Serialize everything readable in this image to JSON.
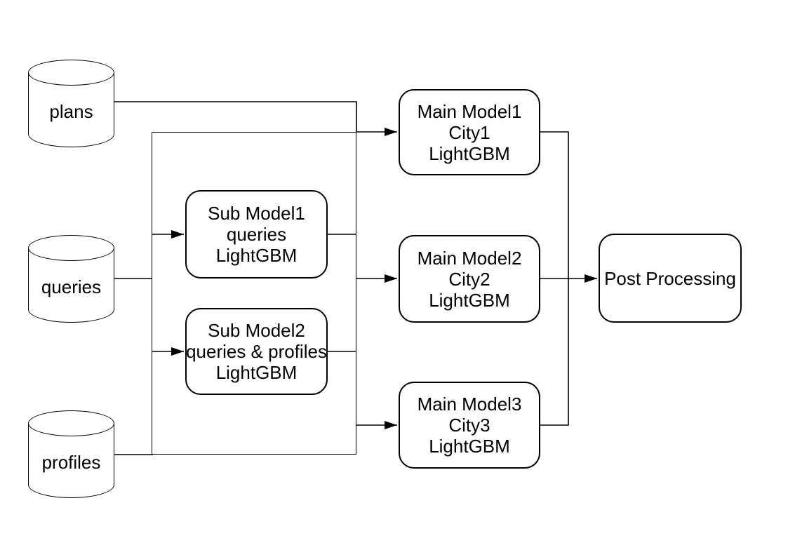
{
  "diagram": {
    "background": "#ffffff",
    "line_color": "#000000",
    "text_color": "#000000",
    "datastores": [
      {
        "label": "plans"
      },
      {
        "label": "queries"
      },
      {
        "label": "profiles"
      }
    ],
    "sub_models": [
      {
        "lines": [
          "Sub Model1",
          "queries",
          "LightGBM"
        ]
      },
      {
        "lines": [
          "Sub Model2",
          "queries & profiles",
          "LightGBM"
        ]
      }
    ],
    "main_models": [
      {
        "lines": [
          "Main Model1",
          "City1",
          "LightGBM"
        ]
      },
      {
        "lines": [
          "Main Model2",
          "City2",
          "LightGBM"
        ]
      },
      {
        "lines": [
          "Main Model3",
          "City3",
          "LightGBM"
        ]
      }
    ],
    "post_processing": {
      "label": "Post Processing"
    },
    "connections": [
      {
        "from": "plans",
        "to": "main-models-bus",
        "arrow": false
      },
      {
        "from": "queries",
        "to": "sub-models-junction",
        "arrow": false
      },
      {
        "from": "profiles",
        "to": "sub-models-junction",
        "arrow": false
      },
      {
        "from": "sub-models-junction",
        "to": "Sub Model1",
        "arrow": true
      },
      {
        "from": "sub-models-junction",
        "to": "Sub Model2",
        "arrow": true
      },
      {
        "from": "Sub Model1",
        "to": "main-models-bus",
        "arrow": false
      },
      {
        "from": "Sub Model2",
        "to": "main-models-bus",
        "arrow": false
      },
      {
        "from": "main-models-bus",
        "to": "Main Model1",
        "arrow": true
      },
      {
        "from": "main-models-bus",
        "to": "Main Model2",
        "arrow": true
      },
      {
        "from": "main-models-bus",
        "to": "Main Model3",
        "arrow": true
      },
      {
        "from": "Main Model1",
        "to": "Post Processing",
        "arrow": false
      },
      {
        "from": "Main Model2",
        "to": "Post Processing",
        "arrow": true
      },
      {
        "from": "Main Model3",
        "to": "Post Processing",
        "arrow": false
      }
    ]
  }
}
